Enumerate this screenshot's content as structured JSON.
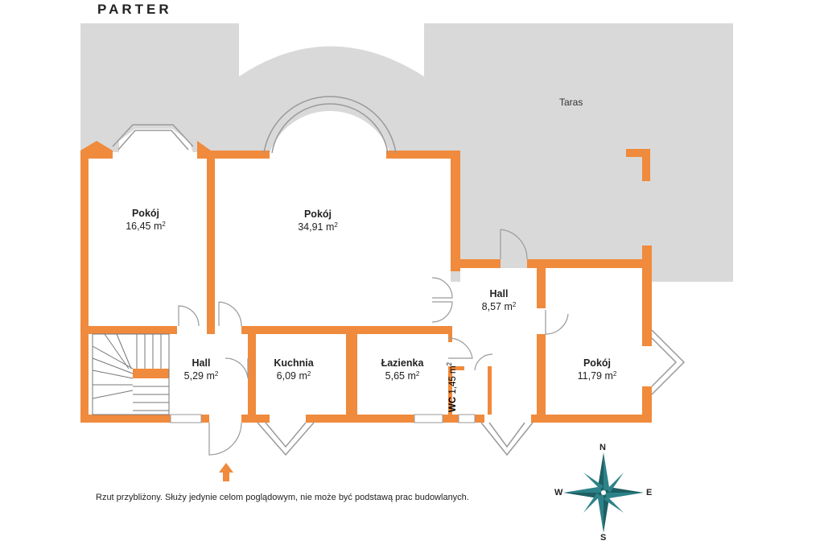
{
  "title": "PARTER",
  "terrace_label": "Taras",
  "rooms": [
    {
      "name": "Pokój",
      "area": "16,45 m",
      "sup": "2"
    },
    {
      "name": "Pokój",
      "area": "34,91 m",
      "sup": "2"
    },
    {
      "name": "Hall",
      "area": "8,57 m",
      "sup": "2"
    },
    {
      "name": "Hall",
      "area": "5,29 m",
      "sup": "2"
    },
    {
      "name": "Kuchnia",
      "area": "6,09 m",
      "sup": "2"
    },
    {
      "name": "Łazienka",
      "area": "5,65 m",
      "sup": "2"
    },
    {
      "name": "Pokój",
      "area": "11,79 m",
      "sup": "2"
    },
    {
      "name": "WC",
      "area": "1,45 m",
      "sup": "2"
    }
  ],
  "disclaimer": "Rzut przybliżony. Służy jedynie celom poglądowym, nie może być podstawą prac budowlanych.",
  "compass": {
    "n": "N",
    "s": "S",
    "e": "E",
    "w": "W"
  },
  "colors": {
    "wall": "#f08a3c",
    "terrace": "#d9d9d9",
    "compass": "#2c8288",
    "entrance_arrow": "#f08a3c"
  }
}
